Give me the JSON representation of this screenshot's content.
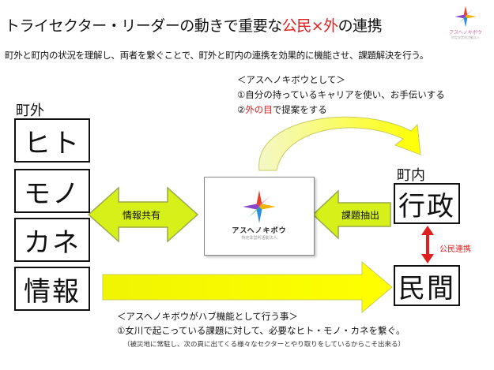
{
  "header": {
    "title_part1": "トライセクター・リーダーの動きで重要な",
    "title_highlight": "公民×外",
    "title_part2": "の連携",
    "subtitle": "町外と町内の状況を理解し、両者を繋ぐことで、町外と町内の連携を効果的に機能させ、課題解決を行う。"
  },
  "logo": {
    "name": "アスヘノキボウ",
    "sub": "特定非営利活動法人"
  },
  "proposal": {
    "heading": "＜アスヘノキボウとして＞",
    "line1": "①自分の持っているキャリアを使い、お手伝いする",
    "line2_prefix": "②",
    "line2_highlight": "外の目",
    "line2_suffix": "で提案をする"
  },
  "outside": {
    "heading": "町外",
    "items": [
      "ヒト",
      "モノ",
      "カネ",
      "情報"
    ]
  },
  "inside": {
    "heading": "町内",
    "gov": "行政",
    "private": "民間",
    "link_label": "公民連携"
  },
  "arrows": {
    "left_label": "情報共有",
    "right_label": "課題抽出"
  },
  "hub": {
    "heading": "＜アスヘノキボウがハブ機能として行う事＞",
    "line1": "①女川で起こっている課題に対して、必要なヒト・モノ・カネを繋ぐ。",
    "note": "（被災地に常駐し、次の頁に出てくる様々なセクターとやり取りをしているからこそ出来る）"
  },
  "colors": {
    "accent_red": "#e02020",
    "arrow_yellow": "#ffff00",
    "arrow_green": "#d6f01a",
    "arrow_border": "#9aa84a"
  }
}
